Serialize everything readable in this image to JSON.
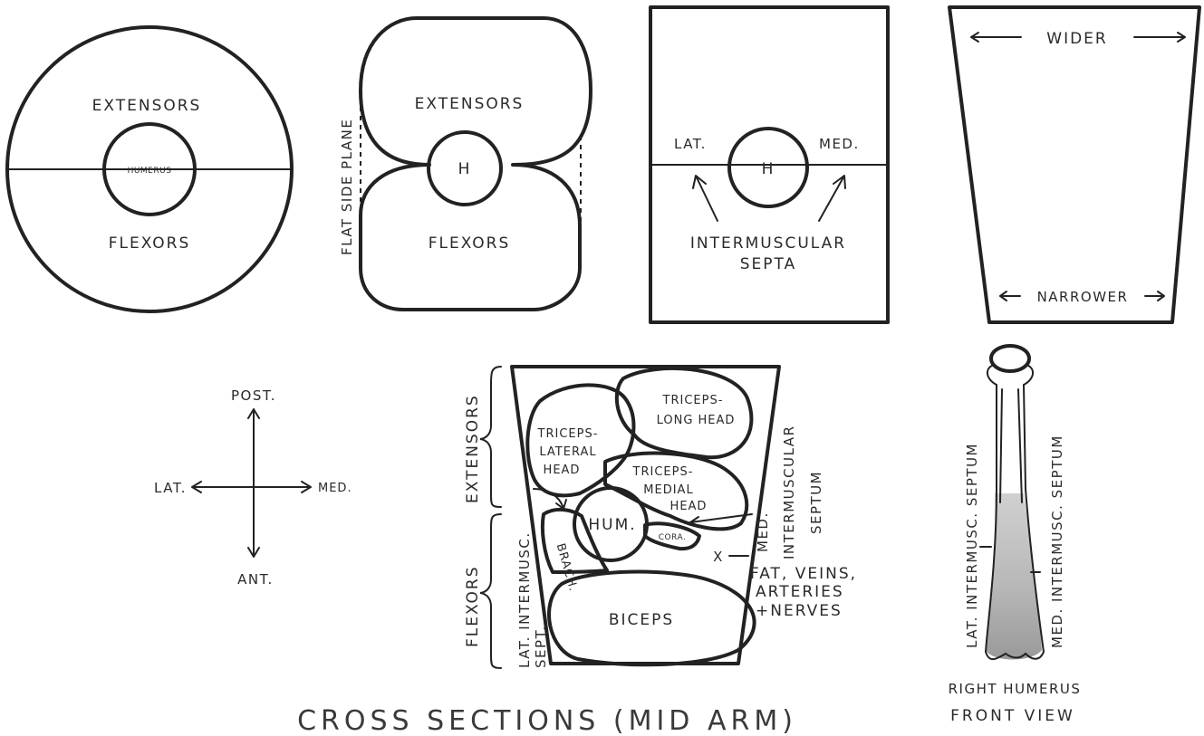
{
  "diagram": {
    "circle_section": {
      "extensors": "EXTENSORS",
      "humerus": "HUMERUS",
      "flexors": "FLEXORS"
    },
    "rounded_section": {
      "extensors": "EXTENSORS",
      "h": "H",
      "flexors": "FLEXORS",
      "side_label": "FLAT SIDE PLANE"
    },
    "square_section": {
      "lat": "LAT.",
      "h": "H",
      "med": "MED.",
      "septa_line1": "INTERMUSCULAR",
      "septa_line2": "SEPTA"
    },
    "taper_section": {
      "wider": "WIDER",
      "narrower": "NARROWER"
    },
    "compass": {
      "post": "POST.",
      "ant": "ANT.",
      "lat": "LAT.",
      "med": "MED."
    },
    "detailed_section": {
      "extensors": "EXTENSORS",
      "flexors": "FLEXORS",
      "triceps_long_1": "TRICEPS-",
      "triceps_long_2": "LONG HEAD",
      "triceps_lateral_1": "TRICEPS-",
      "triceps_lateral_2": "LATERAL",
      "triceps_lateral_3": "HEAD",
      "triceps_medial_1": "TRICEPS-",
      "triceps_medial_2": "MEDIAL",
      "triceps_medial_3": "HEAD",
      "hum": "HUM.",
      "brach": "BRACH.",
      "cora": "CORA.",
      "biceps": "BICEPS",
      "x_mark": "X",
      "med_septum_1": "MED.",
      "med_septum_2": "INTERMUSCULAR",
      "med_septum_3": "SEPTUM",
      "fat_1": "FAT, VEINS,",
      "fat_2": "ARTERIES",
      "fat_3": "+NERVES",
      "lat_septum_1": "LAT. INTERMUSC.",
      "lat_septum_2": "SEPT."
    },
    "bone_view": {
      "lat_septum": "LAT. INTERMUSC. SEPTUM",
      "med_septum": "MED. INTERMUSC. SEPTUM",
      "caption_1": "RIGHT HUMERUS",
      "caption_2": "FRONT VIEW"
    },
    "main_caption": "CROSS SECTIONS (MID ARM)"
  }
}
